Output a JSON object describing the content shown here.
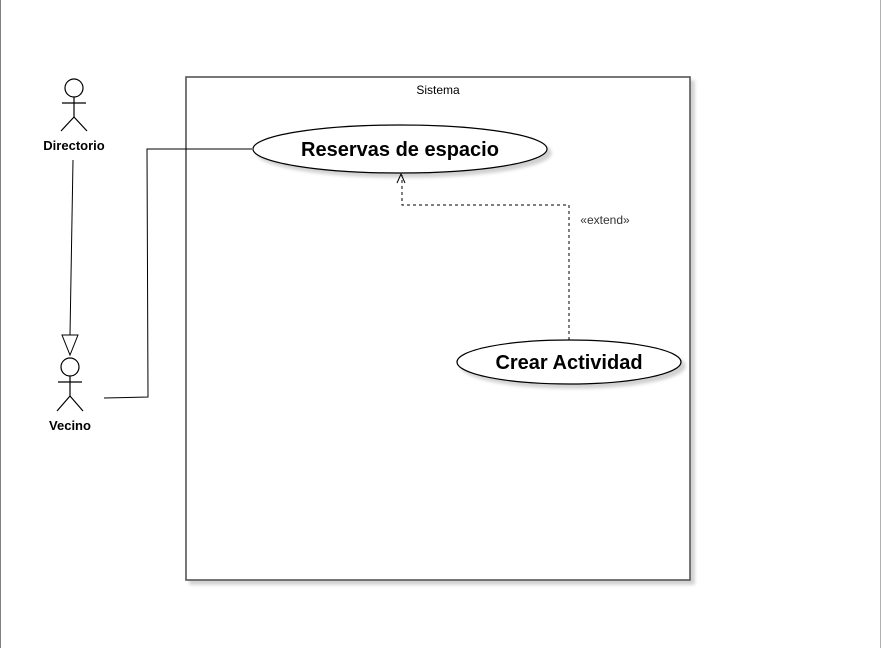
{
  "diagram": {
    "system": {
      "label": "Sistema"
    },
    "actors": {
      "directorio": {
        "label": "Directorio"
      },
      "vecino": {
        "label": "Vecino"
      }
    },
    "use_cases": {
      "reservas": {
        "label": "Reservas de espacio"
      },
      "crear_actividad": {
        "label": "Crear Actividad"
      }
    },
    "relations": {
      "extend": {
        "label": "«extend»"
      }
    }
  }
}
